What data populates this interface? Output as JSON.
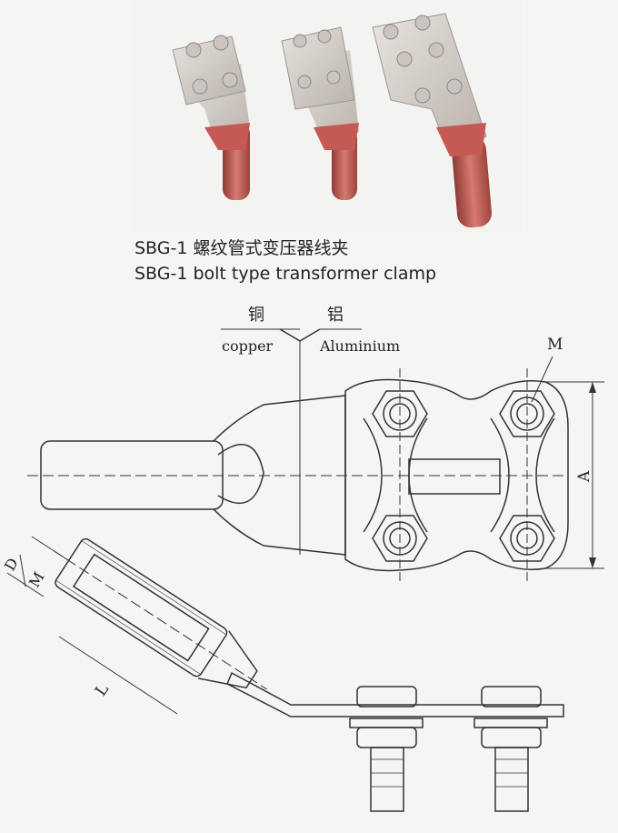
{
  "captions": {
    "chinese": "SBG-1 螺纹管式变压器线夹",
    "english": "SBG-1 bolt type transformer clamp"
  },
  "drawing": {
    "label_copper_cn": "铜",
    "label_copper_en": "copper",
    "label_aluminium_cn": "铝",
    "label_aluminium_en": "Aluminium",
    "dim_m_top": "M",
    "dim_a": "A",
    "dim_d": "D",
    "dim_m_side": "M",
    "dim_l": "L"
  },
  "colors": {
    "copper": "#c0605a",
    "aluminium": "#d8d2cc",
    "line": "#333333"
  }
}
